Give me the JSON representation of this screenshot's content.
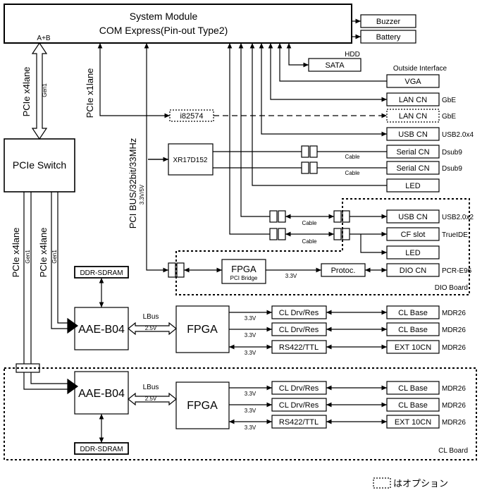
{
  "system_module": {
    "line1": "System Module",
    "line2": "COM Express(Pin-out Type2)"
  },
  "buzzer": "Buzzer",
  "battery": "Battery",
  "hdd": "HDD",
  "sata": "SATA",
  "outside_interface": "Outside Interface",
  "vga": "VGA",
  "lan_cn_1": "LAN CN",
  "gbe_1": "GbE",
  "i82574": "i82574",
  "lan_cn_2": "LAN CN",
  "gbe_2": "GbE",
  "usb_cn_1": "USB CN",
  "usb_1_spec": "USB2.0x4",
  "xr17d152": "XR17D152",
  "serial_cn_1": "Serial CN",
  "dsub9_1": "Dsub9",
  "serial_cn_2": "Serial CN",
  "dsub9_2": "Dsub9",
  "cable_1": "Cable",
  "cable_2": "Cable",
  "cable_3": "Cable",
  "cable_4": "Cable",
  "led_1": "LED",
  "usb_cn_2": "USB CN",
  "usb_2_spec": "USB2.0x2",
  "cf_slot": "CF slot",
  "true_ide": "TrueIDE",
  "led_2": "LED",
  "fpga_dio": "FPGA",
  "pci_bridge": "PCI Bridge",
  "v33_dio": "3.3V",
  "protoc": "Protoc.",
  "dio_cn": "DIO CN",
  "pcr_e96": "PCR-E96",
  "dio_board": "DIO Board",
  "a_plus_b": "A+B",
  "gen1_top": "Gen1",
  "pcie_x4_top": "PCIe x4lane",
  "pcie_x1": "PCIe x1lane",
  "pci_bus": "PCI BUS/32bit/33MHz",
  "v33_5v": "3.3V/5V",
  "pcie_switch": "PCIe Switch",
  "pcie_x4_left": "PCIe x4lane",
  "pcie_x4_mid": "PCIe x4lane",
  "gen1_left": "Gen1",
  "gen1_mid": "Gen1",
  "ddr_1": "DDR-SDRAM",
  "aae_1": "AAE-B04",
  "lbus_1": "LBus",
  "v25_1": "2.5V",
  "fpga_1": "FPGA",
  "cl_upper": [
    {
      "v": "3.3V",
      "left": "CL Drv/Res",
      "right": "CL Base",
      "spec": "MDR26"
    },
    {
      "v": "3.3V",
      "left": "CL Drv/Res",
      "right": "CL Base",
      "spec": "MDR26"
    },
    {
      "v": "3.3V",
      "left": "RS422/TTL",
      "right": "EXT 10CN",
      "spec": "MDR26"
    }
  ],
  "aae_2": "AAE-B04",
  "lbus_2": "LBus",
  "v25_2": "2.5V",
  "fpga_2": "FPGA",
  "ddr_2": "DDR-SDRAM",
  "cl_lower": [
    {
      "v": "3.3V",
      "left": "CL Drv/Res",
      "right": "CL Base",
      "spec": "MDR26"
    },
    {
      "v": "3.3V",
      "left": "CL Drv/Res",
      "right": "CL Base",
      "spec": "MDR26"
    },
    {
      "v": "3.3V",
      "left": "RS422/TTL",
      "right": "EXT 10CN",
      "spec": "MDR26"
    }
  ],
  "cl_board": "CL Board",
  "legend_text": "はオプション"
}
